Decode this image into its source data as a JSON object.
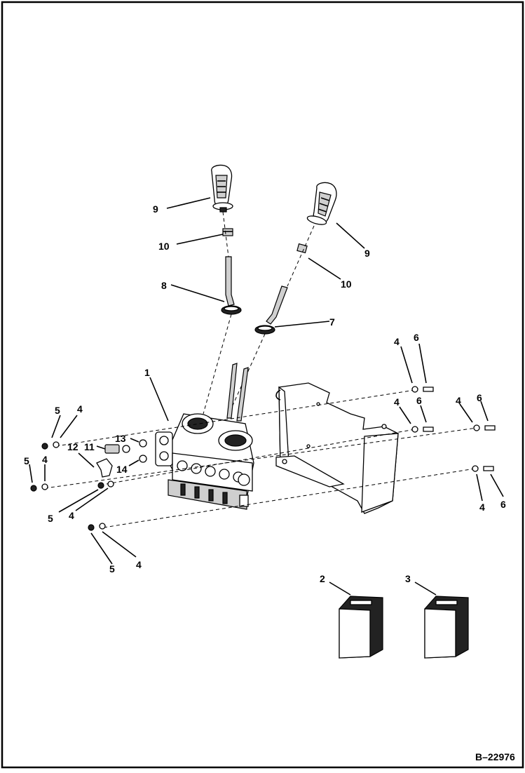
{
  "document_number": "B–22976",
  "callouts": {
    "c1": "1",
    "c2": "2",
    "c3": "3",
    "c4a": "4",
    "c4b": "4",
    "c4c": "4",
    "c4d": "4",
    "c4e": "4",
    "c4f": "4",
    "c4g": "4",
    "c4h": "4",
    "c5a": "5",
    "c5b": "5",
    "c5c": "5",
    "c5d": "5",
    "c6a": "6",
    "c6b": "6",
    "c6c": "6",
    "c6d": "6",
    "c7": "7",
    "c8": "8",
    "c9a": "9",
    "c9b": "9",
    "c10a": "10",
    "c10b": "10",
    "c11": "11",
    "c12": "12",
    "c13": "13",
    "c14": "14"
  }
}
